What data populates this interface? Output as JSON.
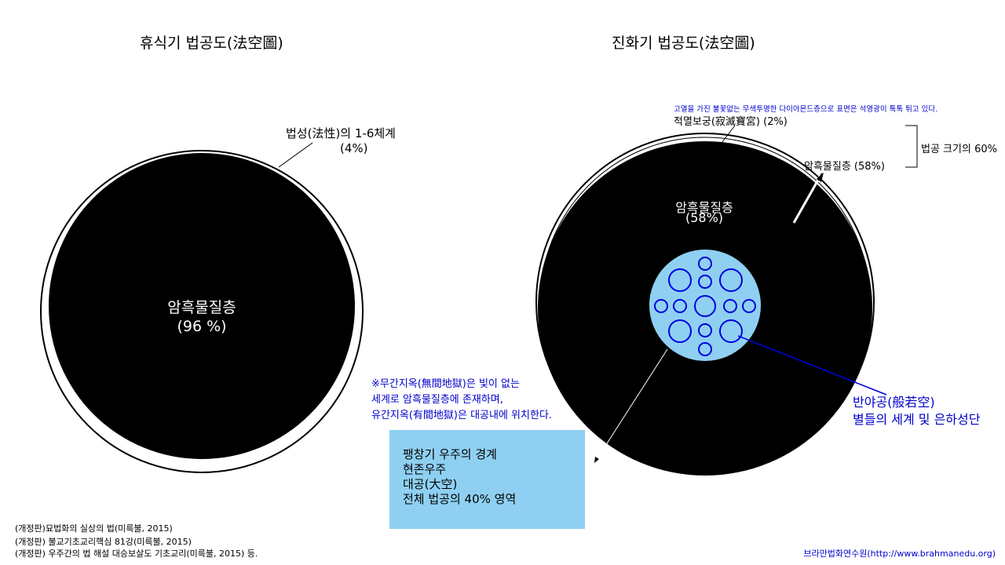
{
  "left": {
    "title": "휴식기 법공도(法空圖)",
    "dharma_label_line1": "법성(法性)의 1-6체계",
    "dharma_label_line2": "(4%)",
    "core_label_line1": "암흑물질층",
    "core_label_line2": "(96 %)"
  },
  "right": {
    "title": "진화기 법공도(法空圖)",
    "blue_note": "고열을 가진 불꽃없는 무색투명한 다이아몬드층으로 표면은 석영광이 톡톡 튀고 있다.",
    "palace_label": "적멸보궁(寂滅寶宮) (2%)",
    "dark_matter_annot": "암흑물질층 (58%)",
    "bracket_label": "법공 크기의 60%",
    "core_label_line1": "암흑물질층",
    "core_label_line2": "(58%)",
    "prajna_line1": "반야공(般若空)",
    "prajna_line2": "별들의 세계 및 은하성단"
  },
  "hell_note": {
    "line1": "※무간지옥(無間地獄)은 빛이 없는",
    "line2": "세계로 암흑물질층에 존재하며,",
    "line3": "유간지옥(有間地獄)은 대공내에 위치한다."
  },
  "infobox": {
    "line1": "팽창기 우주의 경계",
    "line2": "현존우주",
    "line3": "대공(大空)",
    "line4": "전체 법공의 40% 영역"
  },
  "references": [
    "(개정판)묘법화의 실상의 법(미륵불, 2015)",
    "(개정판) 불교기초교리핵심 81강(미륵불, 2015)",
    "(개정판) 우주간의 법 해설 대승보살도 기초교리(미륵불, 2015) 등."
  ],
  "footer": "브라만법화연수원(http://www.brahmanedu.org)",
  "colors": {
    "dark_matter": "#000000",
    "prajna_fill": "#8fd0f2",
    "star_ring": "#0000dd",
    "note_text": "#0000cc"
  }
}
